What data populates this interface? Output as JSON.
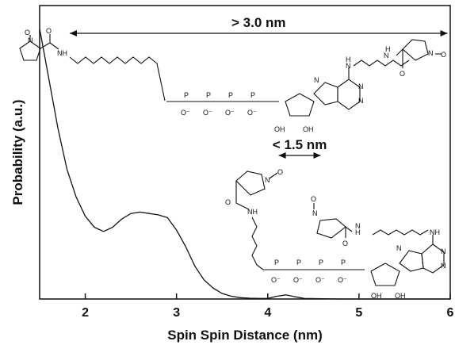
{
  "chart_data": {
    "type": "line",
    "title": "",
    "xlabel": "Spin Spin Distance (nm)",
    "ylabel": "Probability (a.u.)",
    "xlim": [
      1.5,
      6.0
    ],
    "ylim": [
      0,
      1
    ],
    "x_ticks": [
      "2",
      "3",
      "4",
      "5",
      "6"
    ],
    "grid": false,
    "legend": "none",
    "line_color": "#111111",
    "series": [
      {
        "x": [
          1.5,
          1.55,
          1.6,
          1.65,
          1.7,
          1.8,
          1.9,
          2.0,
          2.1,
          2.2,
          2.3,
          2.4,
          2.5,
          2.6,
          2.7,
          2.8,
          2.9,
          3.0,
          3.1,
          3.2,
          3.3,
          3.4,
          3.5,
          3.6,
          3.7,
          3.8,
          3.9,
          4.0,
          4.1,
          4.2,
          4.3,
          4.4,
          4.6,
          4.8,
          5.0,
          5.5,
          6.0
        ],
        "y": [
          0.98,
          0.89,
          0.8,
          0.71,
          0.62,
          0.47,
          0.37,
          0.3,
          0.26,
          0.245,
          0.26,
          0.29,
          0.31,
          0.315,
          0.31,
          0.305,
          0.295,
          0.25,
          0.19,
          0.12,
          0.07,
          0.04,
          0.02,
          0.01,
          0.005,
          0.003,
          0.002,
          0.002,
          0.01,
          0.015,
          0.008,
          0.002,
          0.001,
          0.0,
          0.0,
          0.0,
          0.0
        ]
      }
    ],
    "annotations": [
      {
        "label": "> 3.0 nm",
        "from": 1.83,
        "to": 5.97
      },
      {
        "label": "< 1.5 nm",
        "from": 4.12,
        "to": 4.58
      }
    ]
  },
  "chem_labels": {
    "o_radical": "O",
    "n": "N",
    "o": "O",
    "nh": "NH",
    "h_n": "H",
    "n_h": "N",
    "p": "P",
    "o_minus": "O⁻",
    "oh": "OH",
    "n_upper": "N"
  }
}
